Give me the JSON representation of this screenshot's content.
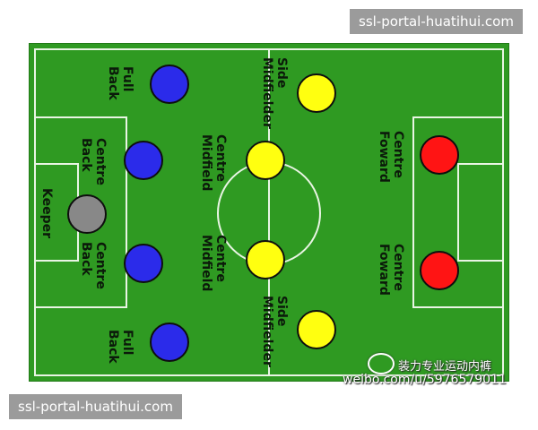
{
  "watermark_top": "ssl-portal-huatihui.com",
  "watermark_bottom": "ssl-portal-huatihui.com",
  "weibo": {
    "line1": "装力专业运动内裤",
    "line2": "weibo.com/u/5976579011"
  },
  "players": [
    {
      "id": "left-full-back",
      "label": [
        "Full",
        "Back"
      ],
      "color": "#2b2bea",
      "role": "defender"
    },
    {
      "id": "left-centre-back",
      "label": [
        "Centre",
        "Back"
      ],
      "color": "#2b2bea",
      "role": "defender"
    },
    {
      "id": "right-centre-back",
      "label": [
        "Centre",
        "Back"
      ],
      "color": "#2b2bea",
      "role": "defender"
    },
    {
      "id": "right-full-back",
      "label": [
        "Full",
        "Back"
      ],
      "color": "#2b2bea",
      "role": "defender"
    },
    {
      "id": "keeper",
      "label": [
        "Keeper"
      ],
      "color": "#888888",
      "role": "goalkeeper"
    },
    {
      "id": "left-side-midfielder",
      "label": [
        "Side",
        "Midfielder"
      ],
      "color": "#ffff10",
      "role": "midfielder"
    },
    {
      "id": "left-centre-midfield",
      "label": [
        "Centre",
        "Midfield"
      ],
      "color": "#ffff10",
      "role": "midfielder"
    },
    {
      "id": "right-centre-midfield",
      "label": [
        "Centre",
        "Midfield"
      ],
      "color": "#ffff10",
      "role": "midfielder"
    },
    {
      "id": "right-side-midfielder",
      "label": [
        "Side",
        "Midfielder"
      ],
      "color": "#ffff10",
      "role": "midfielder"
    },
    {
      "id": "left-centre-foward",
      "label": [
        "Centre",
        "Foward"
      ],
      "color": "#ff1414",
      "role": "forward"
    },
    {
      "id": "right-centre-foward",
      "label": [
        "Centre",
        "Foward"
      ],
      "color": "#ff1414",
      "role": "forward"
    }
  ],
  "colors": {
    "pitch": "#2f9a22",
    "lines": "#e9f5e4"
  }
}
